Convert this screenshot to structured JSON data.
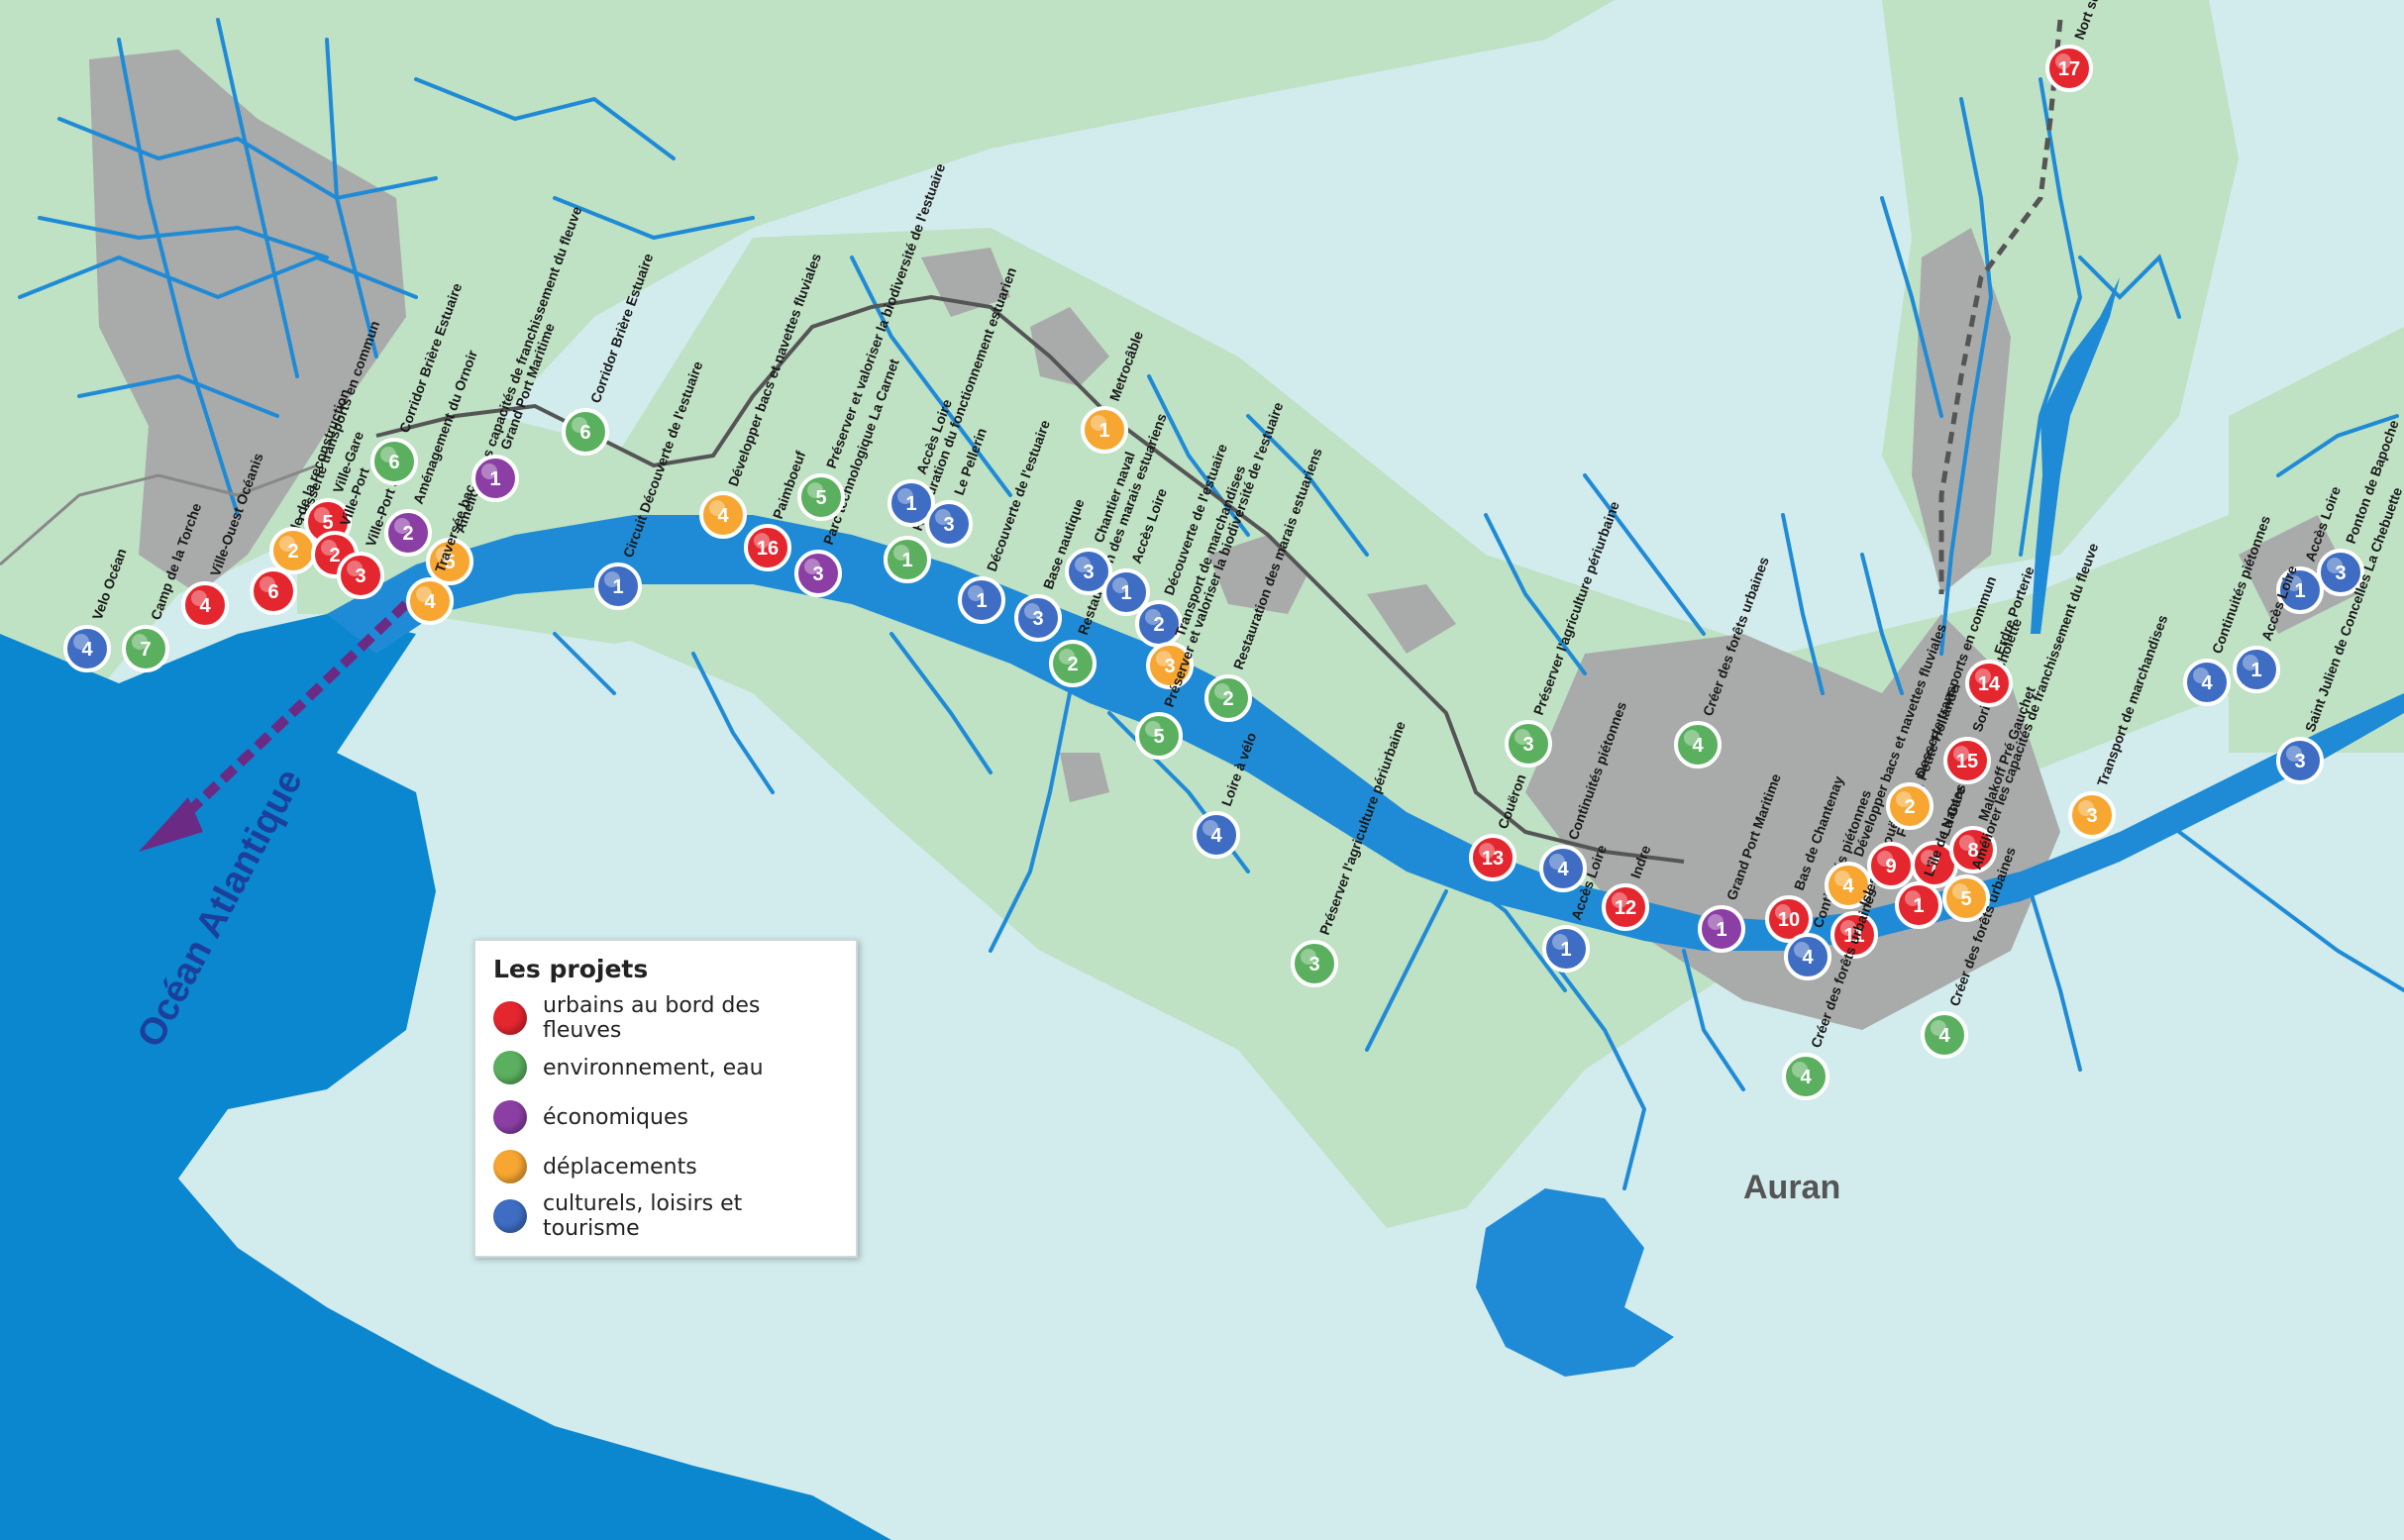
{
  "colors": {
    "urbain": "#e4262e",
    "environnement": "#5bb05f",
    "economique": "#8b3fa5",
    "deplacement": "#f6a631",
    "culturel": "#3e6dc3",
    "river": "#1f8bd6",
    "land": "#bfe1c4",
    "sea": "#0a87cf",
    "city": "#a9aaaa"
  },
  "labels": {
    "ocean": "Océan Atlantique",
    "city": "Auran"
  },
  "legend": {
    "title": "Les projets",
    "items": [
      {
        "label": "urbains au bord des fleuves",
        "color": "#e4262e"
      },
      {
        "label": "environnement, eau",
        "color": "#5bb05f"
      },
      {
        "label": "économiques",
        "color": "#8b3fa5"
      },
      {
        "label": "déplacements",
        "color": "#f6a631"
      },
      {
        "label": "culturels, loisirs et tourisme",
        "color": "#3e6dc3"
      }
    ]
  },
  "markers": [
    {
      "n": "4",
      "cat": "culturel",
      "label": "Velo Océan"
    },
    {
      "n": "7",
      "cat": "environnement",
      "label": "Camp de la Torche"
    },
    {
      "n": "4",
      "cat": "urbain",
      "label": "Ville-Ouest Océanis"
    },
    {
      "n": "6",
      "cat": "urbain",
      "label": "La ville de la reconstruction"
    },
    {
      "n": "2",
      "cat": "deplacement",
      "label": "Desserte transports en commun"
    },
    {
      "n": "5",
      "cat": "urbain",
      "label": "Ville-Gare"
    },
    {
      "n": "2",
      "cat": "urbain",
      "label": "Ville-Port"
    },
    {
      "n": "3",
      "cat": "urbain",
      "label": "Ville-Port 3"
    },
    {
      "n": "2",
      "cat": "economique",
      "label": "Aménagement du Ornoir"
    },
    {
      "n": "5",
      "cat": "deplacement",
      "label": "Améliorer les capacités de franchissement du fleuve"
    },
    {
      "n": "4",
      "cat": "deplacement",
      "label": "Traversée bac"
    },
    {
      "n": "6",
      "cat": "environnement",
      "label": "Corridor Brière Estuaire"
    },
    {
      "n": "1",
      "cat": "economique",
      "label": "Grand Port Maritime"
    },
    {
      "n": "6",
      "cat": "environnement",
      "label": "Corridor Brière Estuaire"
    },
    {
      "n": "1",
      "cat": "culturel",
      "label": "Circuit Découverte de l'estuaire"
    },
    {
      "n": "4",
      "cat": "deplacement",
      "label": "Développer bacs et navettes fluviales"
    },
    {
      "n": "16",
      "cat": "urbain",
      "label": "Paimboeuf"
    },
    {
      "n": "3",
      "cat": "economique",
      "label": "Parc technologique La Carnet"
    },
    {
      "n": "5",
      "cat": "environnement",
      "label": "Préserver et valoriser la biodiversité de l'estuaire"
    },
    {
      "n": "1",
      "cat": "environnement",
      "label": "Restauration du fonctionnement estuarien"
    },
    {
      "n": "1",
      "cat": "culturel",
      "label": "Accès Loire"
    },
    {
      "n": "3",
      "cat": "culturel",
      "label": "Le Pellerin"
    },
    {
      "n": "1",
      "cat": "culturel",
      "label": "Découverte de l'estuaire"
    },
    {
      "n": "3",
      "cat": "culturel",
      "label": "Base nautique"
    },
    {
      "n": "2",
      "cat": "environnement",
      "label": "Restauration des marais estuariens"
    },
    {
      "n": "1",
      "cat": "deplacement",
      "label": "Metrocâble"
    },
    {
      "n": "3",
      "cat": "culturel",
      "label": "Chantier naval"
    },
    {
      "n": "1",
      "cat": "culturel",
      "label": "Accès Loire"
    },
    {
      "n": "2",
      "cat": "culturel",
      "label": "Découverte de l'estuaire"
    },
    {
      "n": "3",
      "cat": "deplacement",
      "label": "Transport de marchandises"
    },
    {
      "n": "5",
      "cat": "environnement",
      "label": "Préserver et valoriser la biodiversité de l'estuaire"
    },
    {
      "n": "2",
      "cat": "environnement",
      "label": "Restauration des marais estuariens"
    },
    {
      "n": "4",
      "cat": "culturel",
      "label": "Loire à vélo"
    },
    {
      "n": "3",
      "cat": "environnement",
      "label": "Préserver l'agriculture périurbaine"
    },
    {
      "n": "3",
      "cat": "environnement",
      "label": "Préserver l'agriculture périurbaine"
    },
    {
      "n": "13",
      "cat": "urbain",
      "label": "Couëron"
    },
    {
      "n": "4",
      "cat": "culturel",
      "label": "Continuités piétonnes"
    },
    {
      "n": "1",
      "cat": "culturel",
      "label": "Accès Loire"
    },
    {
      "n": "12",
      "cat": "urbain",
      "label": "Indre"
    },
    {
      "n": "4",
      "cat": "environnement",
      "label": "Créer des forêts urbaines"
    },
    {
      "n": "1",
      "cat": "economique",
      "label": "Grand Port Maritime"
    },
    {
      "n": "10",
      "cat": "urbain",
      "label": "Bas de Chantenay"
    },
    {
      "n": "4",
      "cat": "culturel",
      "label": "Continuités piétonnes"
    },
    {
      "n": "4",
      "cat": "deplacement",
      "label": "Développer bacs et navettes fluviales"
    },
    {
      "n": "11",
      "cat": "urbain",
      "label": "Isles du Bouë"
    },
    {
      "n": "9",
      "cat": "urbain",
      "label": "Feydeau Petite Hollande"
    },
    {
      "n": "7",
      "cat": "urbain",
      "label": "La Gare"
    },
    {
      "n": "1",
      "cat": "urbain",
      "label": "L'île de Nantes"
    },
    {
      "n": "2",
      "cat": "deplacement",
      "label": "Desserte transports en commun"
    },
    {
      "n": "8",
      "cat": "urbain",
      "label": "Malakoff Pré Gauchet"
    },
    {
      "n": "5",
      "cat": "deplacement",
      "label": "Améliorer les capacités de franchissement du fleuve"
    },
    {
      "n": "4",
      "cat": "environnement",
      "label": "Créer des forêts urbaines"
    },
    {
      "n": "4",
      "cat": "environnement",
      "label": "Créer des forêts urbaines"
    },
    {
      "n": "15",
      "cat": "urbain",
      "label": "Sorinière Cholette"
    },
    {
      "n": "14",
      "cat": "urbain",
      "label": "Erdre Porterie"
    },
    {
      "n": "17",
      "cat": "urbain",
      "label": "Nort sur Erdre"
    },
    {
      "n": "3",
      "cat": "deplacement",
      "label": "Transport de marchandises"
    },
    {
      "n": "4",
      "cat": "culturel",
      "label": "Continuités piétonnes"
    },
    {
      "n": "1",
      "cat": "culturel",
      "label": "Accès Loire"
    },
    {
      "n": "1",
      "cat": "culturel",
      "label": "Accès Loire"
    },
    {
      "n": "3",
      "cat": "culturel",
      "label": "Ponton de Bapoche"
    },
    {
      "n": "3",
      "cat": "culturel",
      "label": "Saint Julien de Concelles La Chebuette"
    }
  ]
}
